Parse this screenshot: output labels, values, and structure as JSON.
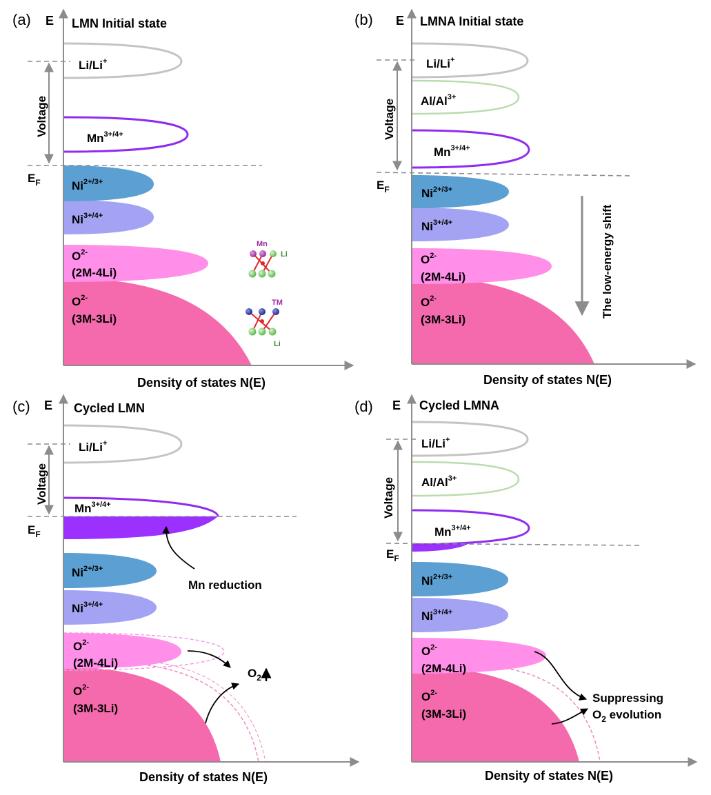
{
  "panels": [
    {
      "label": "(a)",
      "axis_e": "E",
      "title": "LMN  Initial state",
      "fermi_base": "E",
      "fermi_sub": "F",
      "voltage_label": "Voltage",
      "bands": [
        {
          "name": "Li/Li",
          "sup": "+"
        },
        {
          "name": "Mn",
          "sup": "3+/4+"
        },
        {
          "name": "Ni",
          "sup": "2+/3+"
        },
        {
          "name": "Ni",
          "sup": "3+/4+"
        },
        {
          "name": "O",
          "sup": "2-",
          "sub_label": "(2M-4Li)"
        },
        {
          "name": "O",
          "sup": "2-",
          "sub_label": "(3M-3Li)"
        }
      ],
      "structure_labels": {
        "mn": "Mn",
        "li_top": "Li",
        "tm": "TM",
        "li_bottom": "Li"
      },
      "xlabel": "Density of states N(E)"
    },
    {
      "label": "(b)",
      "axis_e": "E",
      "title": "LMNA  Initial state",
      "fermi_base": "E",
      "fermi_sub": "F",
      "voltage_label": "Voltage",
      "bands": [
        {
          "name": "Li/Li",
          "sup": "+"
        },
        {
          "name": "Al/Al",
          "sup": "3+"
        },
        {
          "name": "Mn",
          "sup": "3+/4+"
        },
        {
          "name": "Ni",
          "sup": "2+/3+"
        },
        {
          "name": "Ni",
          "sup": "3+/4+"
        },
        {
          "name": "O",
          "sup": "2-",
          "sub_label": "(2M-4Li)"
        },
        {
          "name": "O",
          "sup": "2-",
          "sub_label": "(3M-3Li)"
        }
      ],
      "shift_label": "The low-energy shift",
      "xlabel": "Density of states N(E)"
    },
    {
      "label": "(c)",
      "axis_e": "E",
      "title": "Cycled LMN",
      "fermi_base": "E",
      "fermi_sub": "F",
      "voltage_label": "Voltage",
      "bands": [
        {
          "name": "Li/Li",
          "sup": "+"
        },
        {
          "name": "Mn",
          "sup": "3+/4+"
        },
        {
          "name": "Ni",
          "sup": "2+/3+"
        },
        {
          "name": "Ni",
          "sup": "3+/4+"
        },
        {
          "name": "O",
          "sup": "2-",
          "sub_label": "(2M-4Li)"
        },
        {
          "name": "O",
          "sup": "2-",
          "sub_label": "(3M-3Li)"
        }
      ],
      "annotation": "Mn reduction",
      "o2_base": "O",
      "o2_sub": "2",
      "xlabel": "Density of states N(E)"
    },
    {
      "label": "(d)",
      "axis_e": "E",
      "title": "Cycled LMNA",
      "fermi_base": "E",
      "fermi_sub": "F",
      "voltage_label": "Voltage",
      "bands": [
        {
          "name": "Li/Li",
          "sup": "+"
        },
        {
          "name": "Al/Al",
          "sup": "3+"
        },
        {
          "name": "Mn",
          "sup": "3+/4+"
        },
        {
          "name": "Ni",
          "sup": "2+/3+"
        },
        {
          "name": "Ni",
          "sup": "3+/4+"
        },
        {
          "name": "O",
          "sup": "2-",
          "sub_label": "(2M-4Li)"
        },
        {
          "name": "O",
          "sup": "2-",
          "sub_label": "(3M-3Li)"
        }
      ],
      "annotation_line1": "Suppressing",
      "annotation_o2_base": "O",
      "annotation_o2_sub": "2",
      "annotation_line2_rest": " evolution",
      "xlabel": "Density of states N(E)"
    }
  ],
  "colors": {
    "li_outline": "#c4c4c4",
    "al_outline": "#b9dcae",
    "mn_outline": "#8f2cf0",
    "mn_filled": "#9b30ff",
    "ni23": "#5b9fd3",
    "ni34": "#a4a3f3",
    "o_2m4li": "#ff8fe8",
    "o_3m3li": "#f56aac",
    "axis": "#8c8c8c",
    "atom_mn": "#9b2d9b",
    "atom_li": "#5db94e",
    "atom_tm": "#1e2a8c",
    "atom_o": "#e0262b"
  }
}
